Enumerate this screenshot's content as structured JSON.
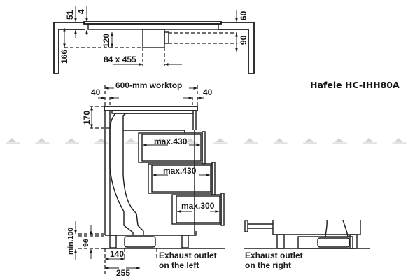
{
  "product_title": "Hafele HC-IHH80A",
  "top_view": {
    "dim_51": "51",
    "dim_4": "4",
    "dim_60": "60",
    "dim_120": "120",
    "dim_90": "90",
    "dim_166": "166",
    "cutout": "84 x 455"
  },
  "side_view": {
    "worktop": "600-mm worktop",
    "margin_left": "40",
    "margin_right": "40",
    "dim_170": "170",
    "drawers": [
      {
        "label": "max.430"
      },
      {
        "label": "max.430"
      },
      {
        "label": "max.300"
      }
    ],
    "dim_min100": "min.100",
    "dim_96": "96",
    "dim_140": "140",
    "dim_255": "255"
  },
  "exhaust": {
    "left_line1": "Exhaust outlet",
    "left_line2": "on the left",
    "right_line1": "Exhaust outlet",
    "right_line2": "on the right"
  },
  "watermark": {
    "count": 14
  }
}
